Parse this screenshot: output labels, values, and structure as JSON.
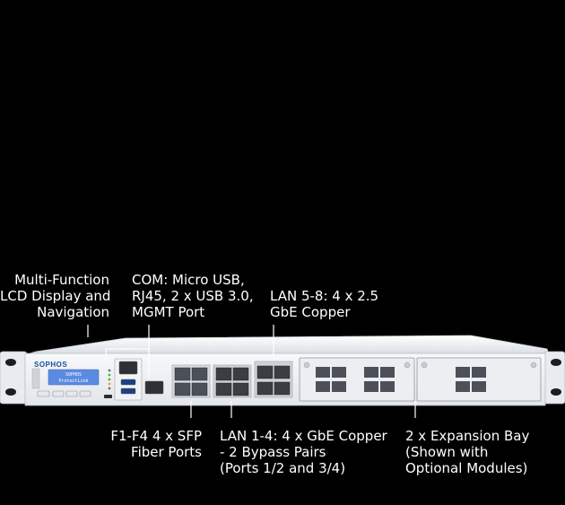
{
  "device": {
    "brand": "SOPHOS",
    "lcd_line1": "SOPHOS",
    "lcd_line2": "ProtectLink"
  },
  "callouts": {
    "lcd": [
      "Multi-Function",
      "LCD Display and",
      "Navigation"
    ],
    "com": [
      "COM: Micro USB,",
      "RJ45, 2 x USB 3.0,",
      "MGMT Port"
    ],
    "lan58": [
      "LAN 5-8: 4 x 2.5",
      "GbE Copper"
    ],
    "sfp": [
      "F1-F4 4 x SFP",
      "Fiber Ports"
    ],
    "lan14": [
      "LAN 1-4: 4 x GbE Copper",
      "- 2 Bypass Pairs",
      "(Ports 1/2 and 3/4)"
    ],
    "bay": [
      "2 x Expansion Bay",
      "(Shown with",
      "Optional Modules)"
    ]
  },
  "colors": {
    "background": "#000000",
    "chassis": "#eef0f3",
    "accent": "#1a4fa0",
    "lcd": "#5a8be0"
  }
}
